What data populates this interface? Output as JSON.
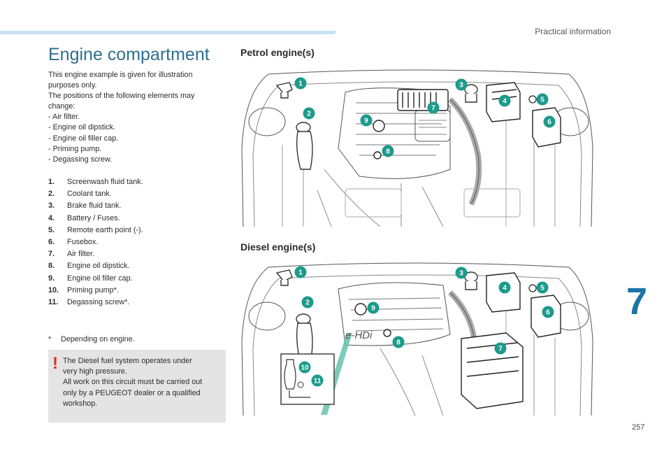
{
  "header": {
    "section_title": "Practical information"
  },
  "page": {
    "number": "257",
    "chapter": "7"
  },
  "left": {
    "title": "Engine compartment",
    "intro_lines": [
      "This engine example is given for illustration",
      "purposes only.",
      "The positions of the following elements may",
      "change:",
      "-  Air filter.",
      "-  Engine oil dipstick.",
      "-  Engine oil filler cap.",
      "-  Priming pump.",
      "-  Degassing screw."
    ],
    "legend": [
      {
        "num": "1.",
        "text": "Screenwash fluid tank."
      },
      {
        "num": "2.",
        "text": "Coolant tank."
      },
      {
        "num": "3.",
        "text": "Brake fluid tank."
      },
      {
        "num": "4.",
        "text": "Battery / Fuses."
      },
      {
        "num": "5.",
        "text": "Remote earth point (-)."
      },
      {
        "num": "6.",
        "text": "Fusebox."
      },
      {
        "num": "7.",
        "text": "Air filter."
      },
      {
        "num": "8.",
        "text": "Engine oil dipstick."
      },
      {
        "num": "9.",
        "text": "Engine oil filler cap."
      },
      {
        "num": "10.",
        "text": "Priming pump*."
      },
      {
        "num": "11.",
        "text": "Degassing screw*."
      }
    ],
    "footnote": {
      "mark": "*",
      "text": "Depending on engine."
    },
    "warning": {
      "icon": "exclamation-icon",
      "icon_color": "#e3262b",
      "lines": [
        "The Diesel fuel system operates under",
        "very high pressure.",
        "All work on this circuit must be carried out",
        "only by a PEUGEOT dealer or a qualified",
        "workshop."
      ]
    }
  },
  "right": {
    "petrol": {
      "heading": "Petrol engine(s)",
      "badges": [
        "1",
        "2",
        "3",
        "4",
        "5",
        "6",
        "7",
        "8",
        "9"
      ]
    },
    "diesel": {
      "heading": "Diesel engine(s)",
      "engine_label": "e-HDi",
      "badges": [
        "1",
        "2",
        "3",
        "4",
        "5",
        "6",
        "7",
        "8",
        "9",
        "10",
        "11"
      ]
    }
  },
  "colors": {
    "accent": "#2e6f8e",
    "badge": "#1d9a8b",
    "chapter": "#1e73a6",
    "topbar": "#c5e3f3",
    "warning_bg": "#e4e4e4"
  }
}
